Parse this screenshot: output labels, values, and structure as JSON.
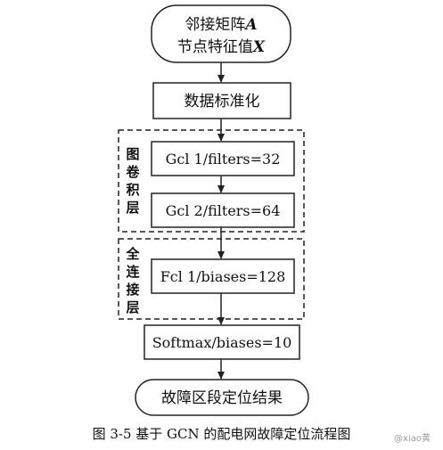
{
  "flowchart": {
    "start_line1_text": "邻接矩阵",
    "start_line1_var": "A",
    "start_line2_text": "节点特征值",
    "start_line2_var": "X",
    "step_normalize": "数据标准化",
    "gcl1": "Gcl 1/filters=32",
    "gcl2": "Gcl 2/filters=64",
    "fcl1": "Fcl 1/biases=128",
    "softmax": "Softmax/biases=10",
    "end_text": "故障区段定位结果",
    "group_gc_chars": [
      "图",
      "卷",
      "积",
      "层"
    ],
    "group_fc_chars": [
      "全",
      "连",
      "接",
      "层"
    ]
  },
  "caption": "图 3-5  基于 GCN 的配电网故障定位流程图",
  "watermark": "@xiao黄"
}
